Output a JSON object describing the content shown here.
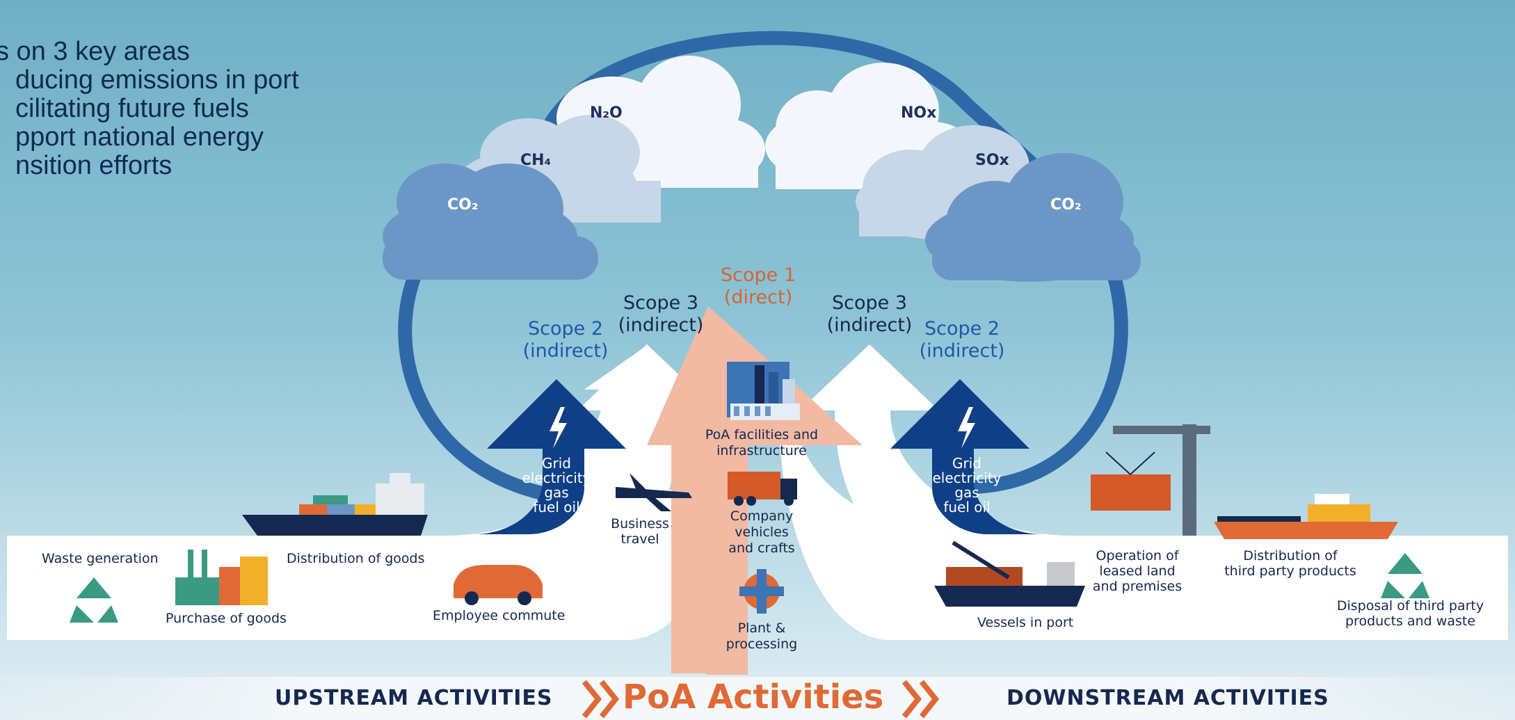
{
  "intro": {
    "lines": [
      "s on 3 key areas",
      "ducing emissions in port",
      "cilitating future fuels",
      "pport national energy",
      "nsition efforts"
    ]
  },
  "clouds": {
    "co2_left": "CO₂",
    "ch4": "CH₄",
    "n2o": "N₂O",
    "nox": "NOx",
    "sox": "SOx",
    "co2_right": "CO₂"
  },
  "scopes": {
    "scope1": [
      "Scope 1",
      "(direct)"
    ],
    "scope3_left": [
      "Scope 3",
      "(indirect)"
    ],
    "scope3_right": [
      "Scope 3",
      "(indirect)"
    ],
    "scope2_left": [
      "Scope 2",
      "(indirect)"
    ],
    "scope2_right": [
      "Scope 2",
      "(indirect)"
    ]
  },
  "energy_left": [
    "Grid",
    "electricity",
    "gas",
    "fuel oil"
  ],
  "energy_right": [
    "Grid",
    "electricity",
    "gas",
    "fuel oil"
  ],
  "poa": {
    "facilities": [
      "PoA facilities and",
      "infrastructure"
    ],
    "vehicles": [
      "Company",
      "vehicles",
      "and crafts"
    ],
    "plant": [
      "Plant &",
      "processing"
    ]
  },
  "upstream": {
    "waste": "Waste generation",
    "purchase": "Purchase of goods",
    "distribution": "Distribution of goods",
    "commute": "Employee commute",
    "travel": [
      "Business",
      "travel"
    ]
  },
  "downstream": {
    "vessels": "Vessels in port",
    "leased": [
      "Operation of",
      "leased land",
      "and premises"
    ],
    "third_party": [
      "Distribution of",
      "third party products"
    ],
    "disposal": [
      "Disposal of third party",
      "products and waste"
    ]
  },
  "banners": {
    "upstream": "UPSTREAM ACTIVITIES",
    "poa": "PoA Activities",
    "downstream": "DOWNSTREAM ACTIVITIES"
  },
  "colors": {
    "sky_top": "#6fb0c6",
    "sky_bottom": "#dfeef4",
    "ring": "#2f68a6",
    "scope2_arrow": "#0f3f86",
    "scope1_arrow": "#f2b9a3",
    "accent_orange": "#e06a35",
    "recycle_green": "#3a9a82"
  }
}
